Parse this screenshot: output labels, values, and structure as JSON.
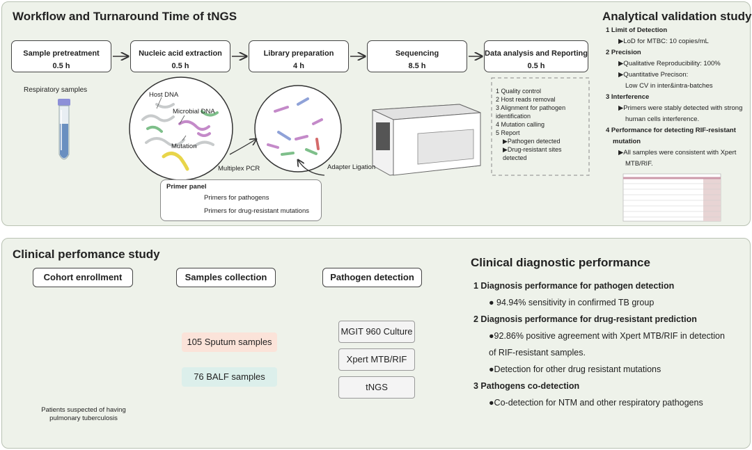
{
  "workflow": {
    "title": "Workflow and Turnaround Time of tNGS",
    "steps": [
      {
        "name": "Sample pretreatment",
        "time": "0.5 h"
      },
      {
        "name": "Nucleic acid extraction",
        "time": "0.5 h"
      },
      {
        "name": "Library preparation",
        "time": "4 h"
      },
      {
        "name": "Sequencing",
        "time": "8.5 h"
      },
      {
        "name": "Data analysis and Reporting",
        "time": "0.5 h"
      }
    ],
    "respiratory_label": "Respiratory samples",
    "circle_labels": {
      "host_dna": "Host DNA",
      "microbial_dna": "Microbial DNA",
      "mutation": "Mutation"
    },
    "multiplex_pcr": "Multiplex PCR",
    "adapter_ligation": "Adapter Ligation",
    "primer_panel": {
      "title": "Primer panel",
      "items": [
        "Primers for pathogens",
        "Primers for drug-resistant mutations"
      ]
    },
    "analysis_steps": [
      "1 Quality control",
      "2 Host reads removal",
      "3 Alignment for pathogen identification",
      "4 Mutation calling",
      "5 Report",
      "▶Pathogen detected",
      "▶Drug-resistant sites detected"
    ]
  },
  "analytical": {
    "title": "Analytical validation study",
    "sections": [
      {
        "heading": "1  Limit of Detection",
        "items": [
          "▶LoD for MTBC: 10 copies/mL"
        ]
      },
      {
        "heading": "2  Precision",
        "items": [
          "▶Qualitative Reproducibility: 100%",
          "▶Quantitative Precison:",
          "Low CV in inter&intra-batches"
        ]
      },
      {
        "heading": "3  Interference",
        "items": [
          "▶Primers were stably detected with strong",
          "human cells interference."
        ]
      },
      {
        "heading": "4  Performance for detecting RIF-resistant",
        "items": [
          "mutation",
          "▶All samples were consistent with Xpert",
          "MTB/RIF."
        ]
      }
    ]
  },
  "clinical": {
    "title": "Clinical perfomance study",
    "cohort": "Cohort enrollment",
    "samples": "Samples collection",
    "pathogen": "Pathogen detection",
    "patients_caption_1": "Patients suspected of having",
    "patients_caption_2": "pulmonary tuberculosis",
    "sample_types": [
      "105 Sputum samples",
      "76 BALF samples"
    ],
    "methods": [
      "MGIT 960 Culture",
      "Xpert MTB/RIF",
      "tNGS"
    ]
  },
  "diagnostic": {
    "title": "Clinical diagnostic performance",
    "lines": [
      {
        "text": "1  Diagnosis performance for pathogen detection",
        "bold": true
      },
      {
        "text": "● 94.94% sensitivity in confirmed TB group",
        "bold": false
      },
      {
        "text": "2  Diagnosis performance for drug-resistant prediction",
        "bold": true
      },
      {
        "text": "●92.86% positive agreement with Xpert MTB/RIF in detection",
        "bold": false
      },
      {
        "text": "of RIF-resistant samples.",
        "bold": false
      },
      {
        "text": "●Detection for other drug resistant mutations",
        "bold": false
      },
      {
        "text": "3  Pathogens co-detection",
        "bold": true
      },
      {
        "text": "●Co-detection for NTM and other respiratory pathogens",
        "bold": false
      }
    ]
  },
  "colors": {
    "panel_bg": "#eef2ea",
    "sputum_bg": "#fbe3d9",
    "balf_bg": "#dcefeb",
    "person": "#7b8fb3"
  }
}
